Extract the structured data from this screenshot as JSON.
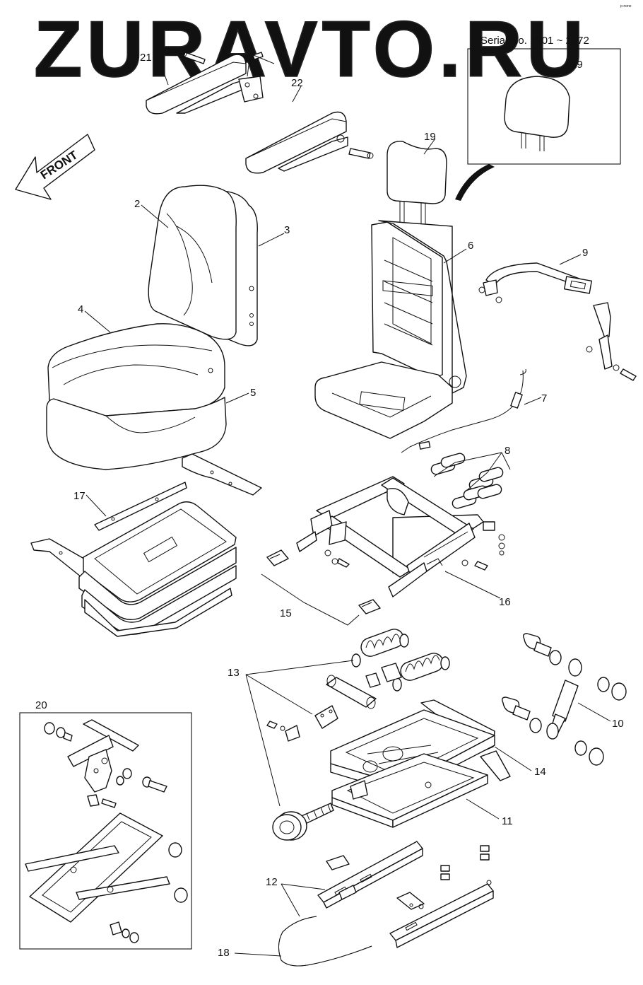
{
  "watermark": "ZURAVTO.RU",
  "serial_note": "Serial No. 1001 ~ 2972",
  "front_label": "FRONT",
  "corner_mark": "p-none",
  "callouts": [
    "2",
    "3",
    "4",
    "5",
    "6",
    "7",
    "8",
    "9",
    "10",
    "11",
    "12",
    "13",
    "14",
    "15",
    "16",
    "17",
    "18",
    "19",
    "19",
    "20",
    "21",
    "22"
  ]
}
